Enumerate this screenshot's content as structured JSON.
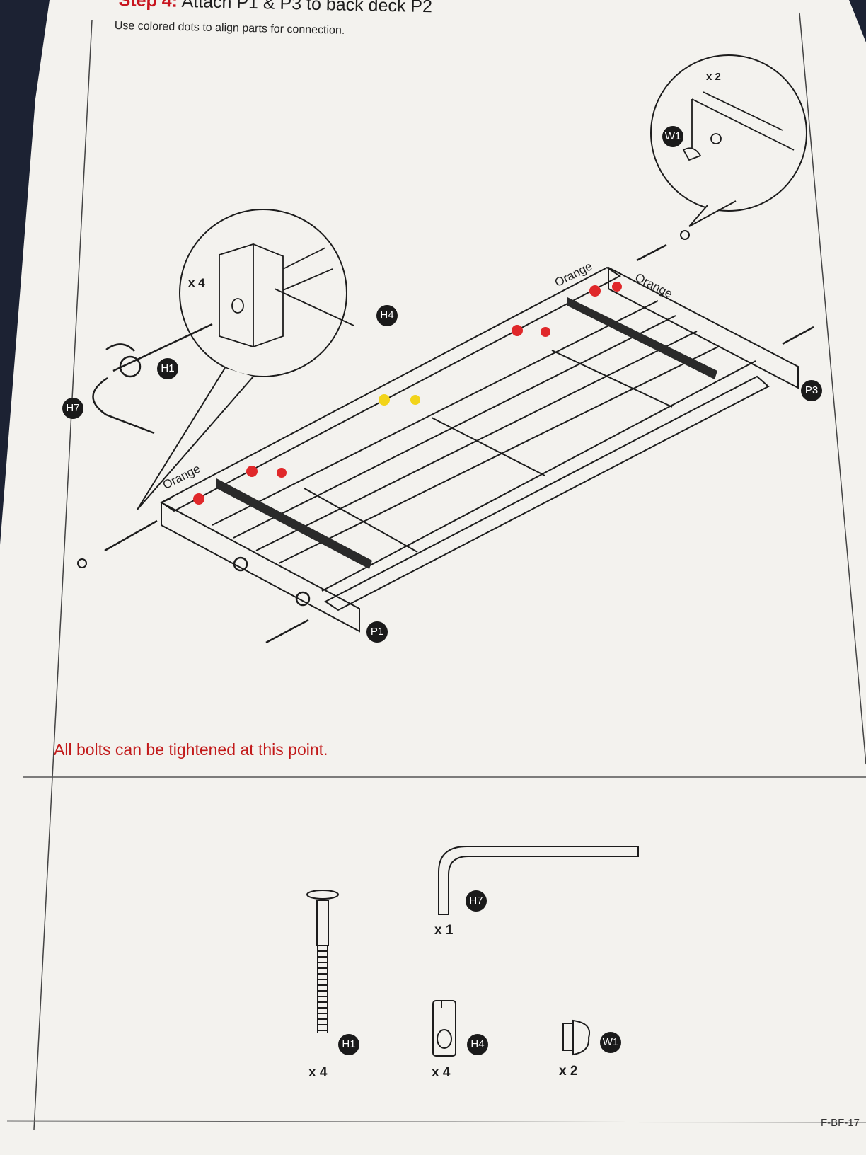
{
  "header": {
    "step_label": "Step 4:",
    "step_title": "Attach P1 & P3 to back deck P2",
    "instruction": "Use colored dots to align parts for connection."
  },
  "diagram": {
    "color_labels": [
      "Orange",
      "Orange",
      "Orange"
    ],
    "detail_left_qty": "x 4",
    "detail_right_qty": "x 2",
    "part_badges": {
      "p1": "P1",
      "p3": "P3",
      "h1": "H1",
      "h4": "H4",
      "h7": "H7",
      "w1": "W1"
    },
    "dot_colors": {
      "red": "#e0282a",
      "yellow": "#f2d419"
    }
  },
  "note": "All bolts can be tightened at this point.",
  "hardware": [
    {
      "badge": "H1",
      "qty": "x 4"
    },
    {
      "badge": "H7",
      "qty": "x 1"
    },
    {
      "badge": "H4",
      "qty": "x 4"
    },
    {
      "badge": "W1",
      "qty": "x 2"
    }
  ],
  "footer": {
    "doc_id": "F-BF-17"
  },
  "colors": {
    "accent_red": "#c8141e",
    "paper": "#f3f2ee",
    "ink": "#1c1c1c"
  }
}
